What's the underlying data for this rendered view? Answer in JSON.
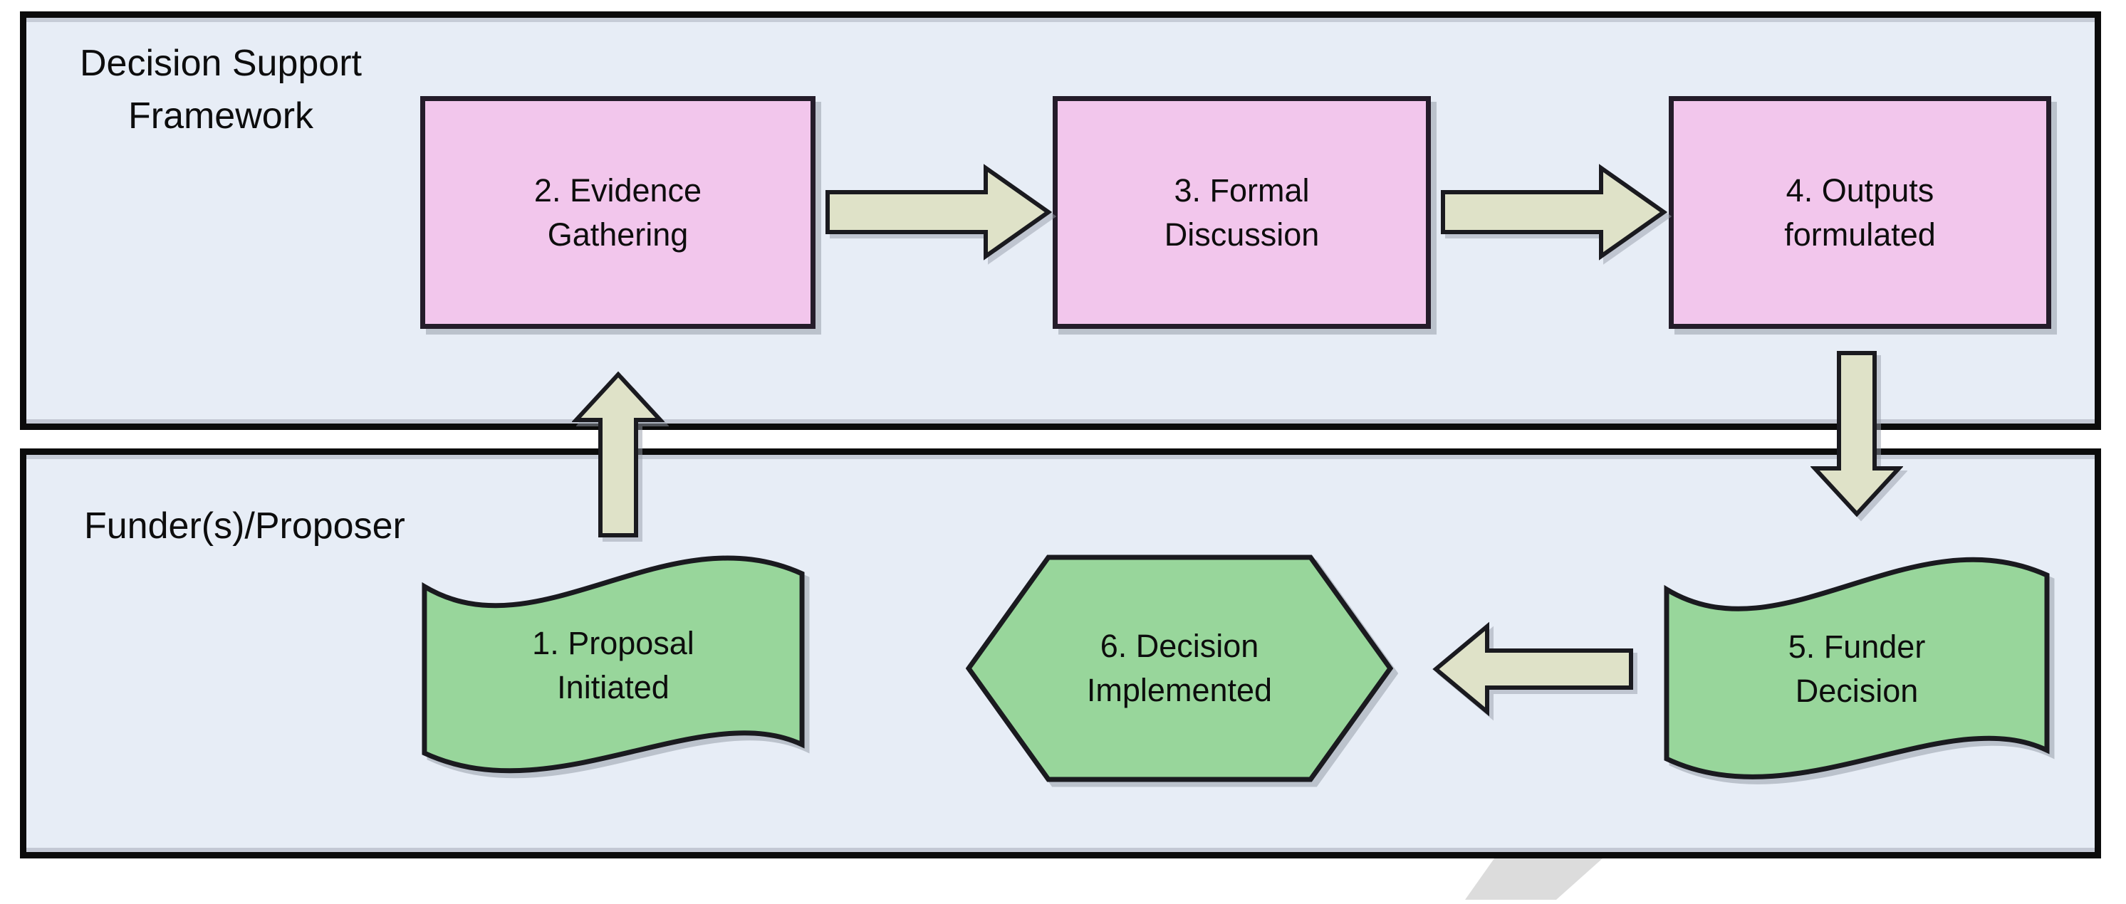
{
  "diagram": {
    "type": "flowchart-swimlane",
    "lanes": [
      {
        "label": "Decision Support\nFramework"
      },
      {
        "label": "Funder(s)/Proposer"
      }
    ],
    "nodes": [
      {
        "step": 1,
        "label": "1. Proposal\nInitiated",
        "shape": "wave",
        "lane": "Funder(s)/Proposer"
      },
      {
        "step": 2,
        "label": "2. Evidence\nGathering",
        "shape": "rectangle",
        "lane": "Decision Support Framework"
      },
      {
        "step": 3,
        "label": "3. Formal\nDiscussion",
        "shape": "rectangle",
        "lane": "Decision Support Framework"
      },
      {
        "step": 4,
        "label": "4. Outputs\nformulated",
        "shape": "rectangle",
        "lane": "Decision Support Framework"
      },
      {
        "step": 5,
        "label": "5. Funder\nDecision",
        "shape": "wave",
        "lane": "Funder(s)/Proposer"
      },
      {
        "step": 6,
        "label": "6. Decision\nImplemented",
        "shape": "hexagon",
        "lane": "Funder(s)/Proposer"
      }
    ],
    "flows": [
      {
        "from": 1,
        "to": 2,
        "direction": "up"
      },
      {
        "from": 2,
        "to": 3,
        "direction": "right"
      },
      {
        "from": 3,
        "to": 4,
        "direction": "right"
      },
      {
        "from": 4,
        "to": 5,
        "direction": "down"
      },
      {
        "from": 5,
        "to": 6,
        "direction": "left"
      }
    ],
    "colors": {
      "lane_fill": "#e7edf6",
      "lane_border": "#0b0b0b",
      "process_fill": "#f2c6ec",
      "terminal_fill": "#98d69b",
      "arrow_fill": "#dfe2c8",
      "outline": "#1a1a1f",
      "shadow": "#989eaa",
      "watermark": "#dcdcdc",
      "text": "#0d0d0d",
      "page_background": "#ffffff"
    }
  }
}
